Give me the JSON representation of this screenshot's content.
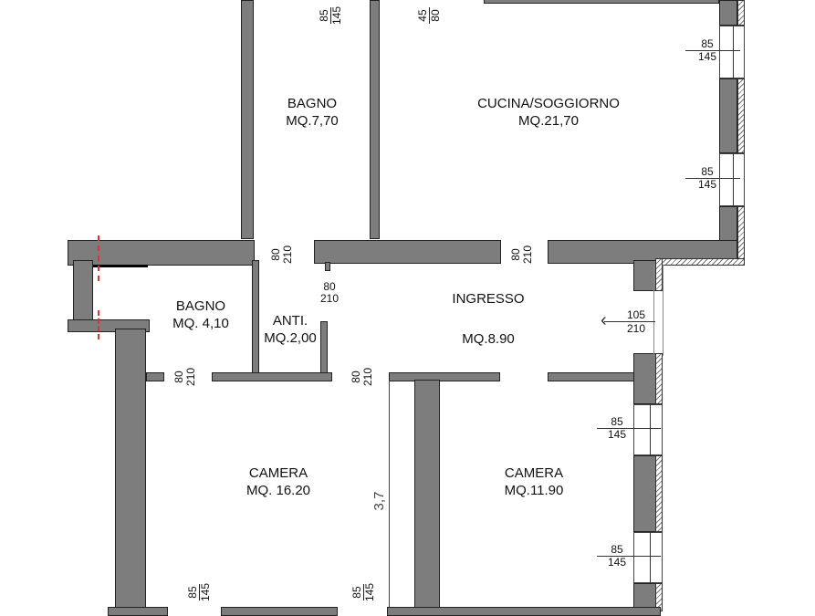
{
  "plan": {
    "rooms": [
      {
        "id": "bagno-1",
        "name": "BAGNO",
        "area": "MQ.7,70"
      },
      {
        "id": "cucina",
        "name": "CUCINA/SOGGIORNO",
        "area": "MQ.21,70"
      },
      {
        "id": "bagno-2",
        "name": "BAGNO",
        "area": "MQ. 4,10"
      },
      {
        "id": "anti",
        "name": "ANTI.",
        "area": "MQ.2,00"
      },
      {
        "id": "ingresso",
        "name": "INGRESSO",
        "area": "MQ.8.90"
      },
      {
        "id": "camera-1",
        "name": "CAMERA",
        "area": "MQ. 16.20"
      },
      {
        "id": "camera-2",
        "name": "CAMERA",
        "area": "MQ.11.90"
      }
    ],
    "dimensions": {
      "bagno_top_window": {
        "w": "85",
        "h": "145"
      },
      "cucina_top_window": {
        "w": "45",
        "h": "80"
      },
      "cucina_window_1": {
        "w": "85",
        "h": "145"
      },
      "cucina_window_2": {
        "w": "85",
        "h": "145"
      },
      "door_bagno1": {
        "w": "80",
        "h": "210"
      },
      "door_cucina": {
        "w": "80",
        "h": "210"
      },
      "door_anti": {
        "w": "80",
        "h": "210"
      },
      "entrance": {
        "w": "105",
        "h": "210"
      },
      "door_bagno2": {
        "w": "80",
        "h": "210"
      },
      "door_camera1": {
        "w": "80",
        "h": "210"
      },
      "camera2_window_1": {
        "w": "85",
        "h": "145"
      },
      "camera2_window_2": {
        "w": "85",
        "h": "145"
      },
      "camera1_window_1": {
        "w": "85",
        "h": "145"
      },
      "camera1_window_2": {
        "w": "85",
        "h": "145"
      },
      "wall_length": "3,7"
    }
  }
}
